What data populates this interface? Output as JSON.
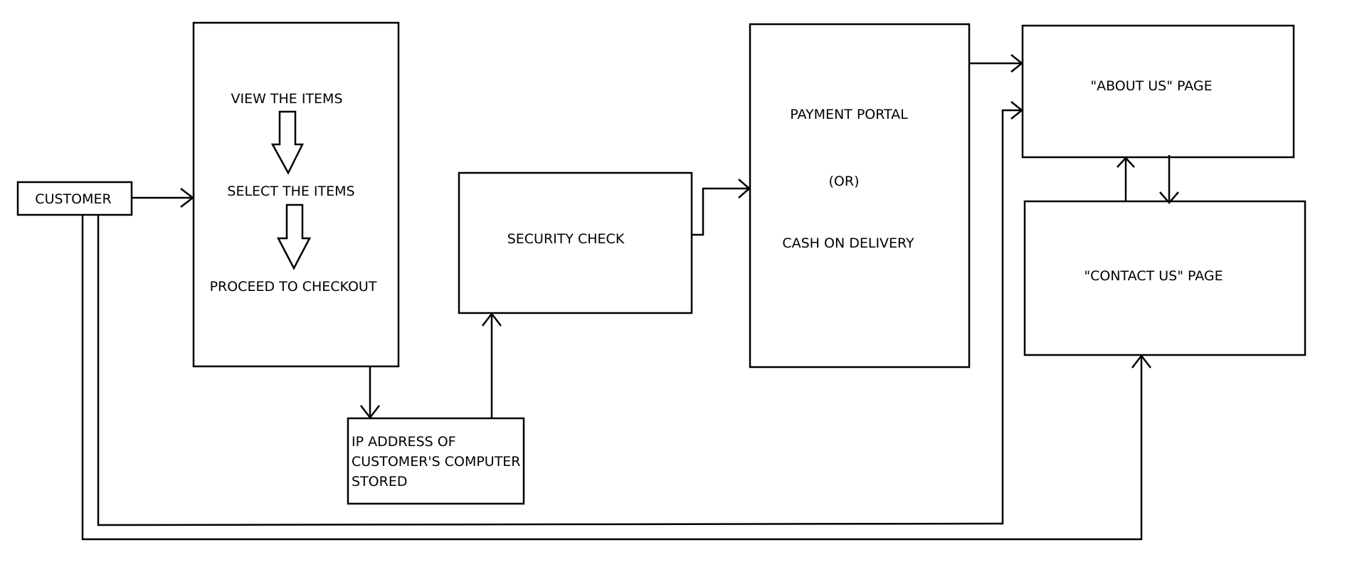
{
  "nodes": {
    "customer": {
      "label": "CUSTOMER"
    },
    "shopping": {
      "view_items": "VIEW THE ITEMS",
      "select_items": "SELECT THE ITEMS",
      "proceed_checkout": "PROCEED TO CHECKOUT"
    },
    "ip_address": {
      "line1": "IP ADDRESS OF",
      "line2": "CUSTOMER'S COMPUTER",
      "line3": "STORED"
    },
    "security_check": {
      "label": "SECURITY CHECK"
    },
    "payment": {
      "line1": "PAYMENT PORTAL",
      "line2": "(OR)",
      "line3": "CASH ON DELIVERY"
    },
    "about_us": {
      "label": "\"ABOUT US\" PAGE"
    },
    "contact_us": {
      "label": "\"CONTACT US\" PAGE"
    }
  },
  "colors": {
    "stroke": "#000000",
    "background": "#ffffff"
  }
}
